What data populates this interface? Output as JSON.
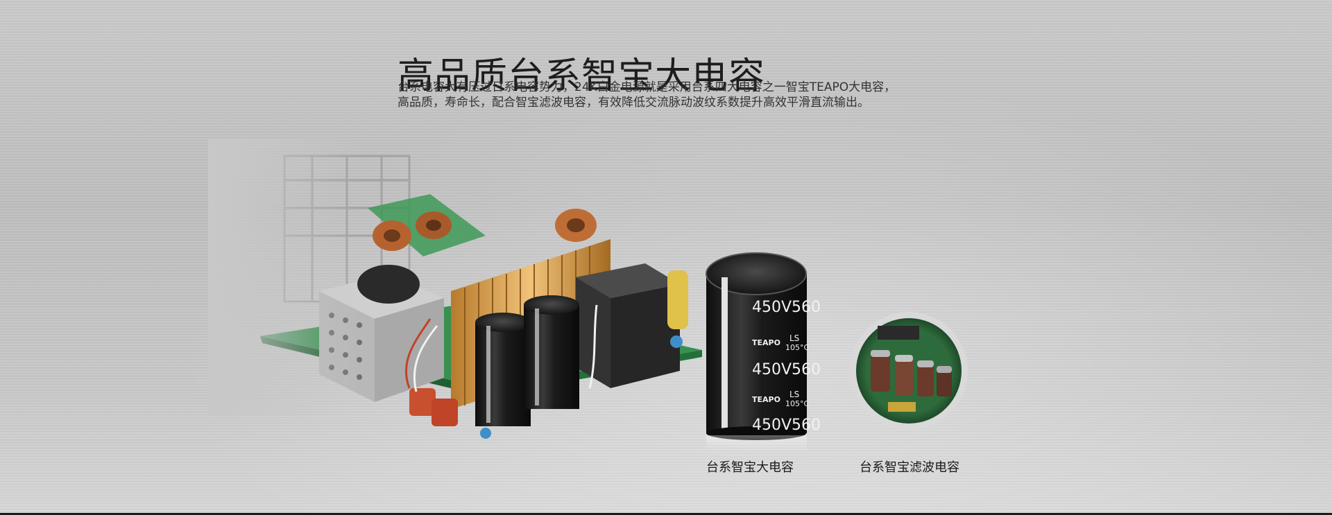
{
  "header": {
    "title": "高品质台系智宝大电容",
    "description_lines": [
      "台系电容大有压过日系电容势力，24K白金电源就是采用台系四大电容之一智宝TEAPO大电容，",
      "高品质，寿命长，配合智宝滤波电容，有效降低交流脉动波纹系数提升高效平滑直流输出。"
    ]
  },
  "products": {
    "big_capacitor": {
      "caption": "台系智宝大电容",
      "print_voltage": "450V560",
      "print_brand": "TEAPO",
      "print_series": "LS",
      "print_temp": "105°C"
    },
    "filter_capacitor": {
      "caption": "台系智宝滤波电容"
    }
  },
  "colors": {
    "title": "#1d1d1d",
    "pcb_green": "#2f8c4a",
    "capacitor_body": "#1c1c1c",
    "heatsink_gold": "#d19a45"
  }
}
